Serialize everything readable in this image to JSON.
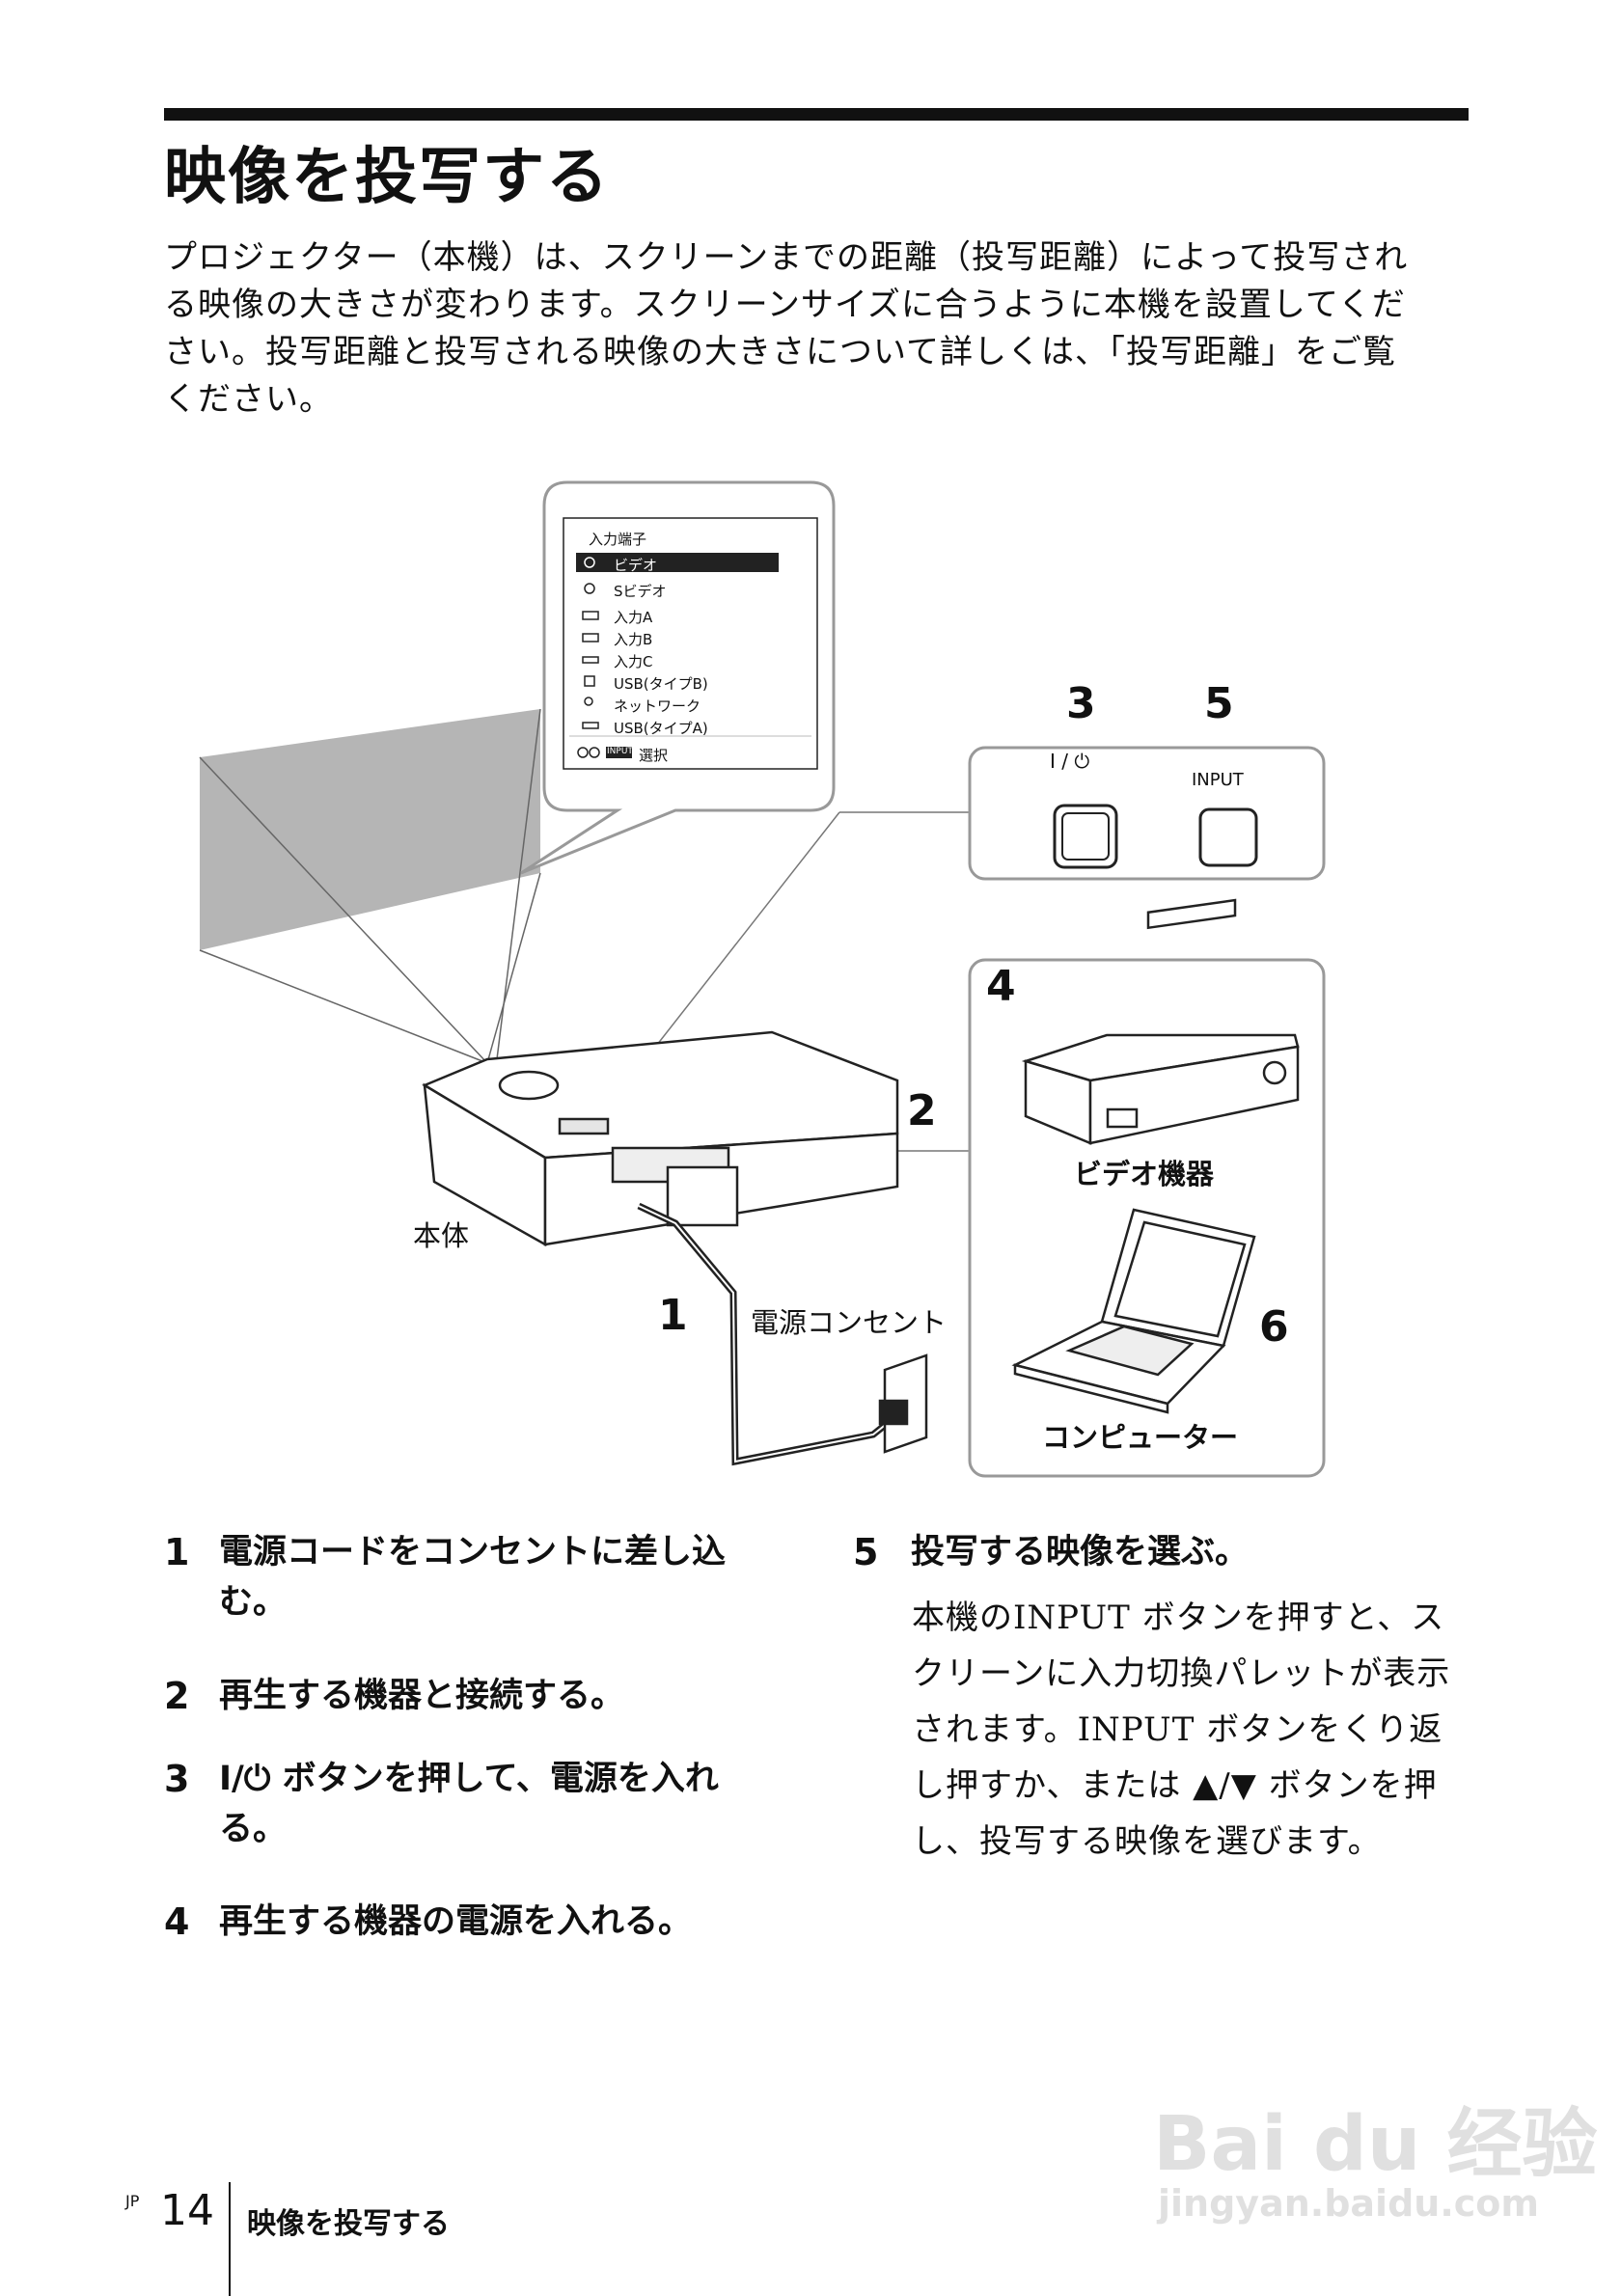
{
  "page": {
    "title": "映像を投写する",
    "intro_lines": [
      "プロジェクター（本機）は、スクリーンまでの距離（投写距離）によって投写され",
      "る映像の大きさが変わります。スクリーンサイズに合うように本機を設置してくだ",
      "さい。投写距離と投写される映像の大きさについて詳しくは、「投写距離」をご覧",
      "ください。"
    ]
  },
  "figure": {
    "menu": {
      "header": "入力端子",
      "items": [
        "ビデオ",
        "Sビデオ",
        "入力A",
        "入力B",
        "入力C",
        "USB(タイプB)",
        "ネットワーク",
        "USB(タイプA)"
      ],
      "selected_index": 0,
      "footer_badge": "INPUT",
      "footer_label": "選択"
    },
    "callouts": {
      "n1": "1",
      "n2": "2",
      "n3": "3",
      "n4": "4",
      "n5": "5",
      "n6": "6"
    },
    "labels": {
      "main_unit": "本体",
      "outlet": "電源コンセント",
      "video_device": "ビデオ機器",
      "computer": "コンピューター",
      "power_button": "I / ⏻",
      "input_button": "INPUT"
    }
  },
  "steps": [
    {
      "num": "1",
      "lines": [
        "電源コードをコンセントに差し込",
        "む。"
      ]
    },
    {
      "num": "2",
      "lines": [
        "再生する機器と接続する。"
      ]
    },
    {
      "num": "3",
      "lines": [
        "I/⏻ ボタンを押して、電源を入れ",
        "る。"
      ]
    },
    {
      "num": "4",
      "lines": [
        "再生する機器の電源を入れる。"
      ]
    },
    {
      "num": "5",
      "lines": [
        "投写する映像を選ぶ。"
      ],
      "body": [
        "本機のINPUT ボタンを押すと、ス",
        "クリーンに入力切換パレットが表示",
        "されます。INPUT ボタンをくり返",
        "し押すか、または ▲/▼ ボタンを押",
        "し、投写する映像を選びます。"
      ]
    }
  ],
  "footer": {
    "region": "JP",
    "page_number": "14",
    "section": "映像を投写する"
  },
  "watermark": {
    "brand": "Bai du 经验",
    "url": "jingyan.baidu.com"
  }
}
